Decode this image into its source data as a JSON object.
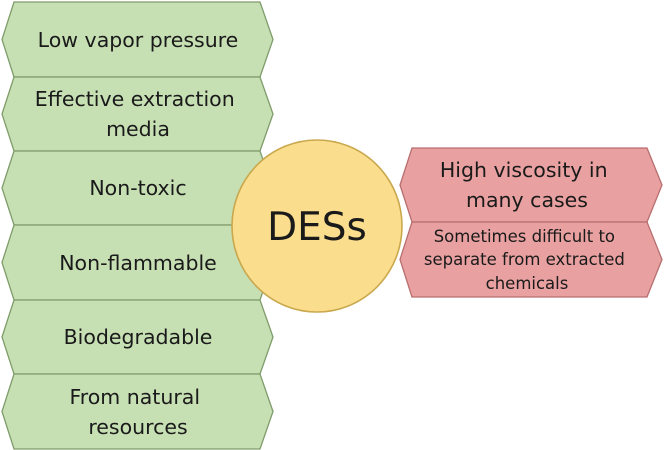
{
  "center": {
    "label": "DESs"
  },
  "advantages": [
    {
      "lines": [
        "Low vapor pressure"
      ]
    },
    {
      "lines": [
        "Effective extraction",
        "media"
      ]
    },
    {
      "lines": [
        "Non-toxic"
      ]
    },
    {
      "lines": [
        "Non-flammable"
      ]
    },
    {
      "lines": [
        "Biodegradable"
      ]
    },
    {
      "lines": [
        "From natural",
        "resources"
      ]
    }
  ],
  "disadvantages": [
    {
      "lines": [
        "High viscosity in",
        "many cases"
      ]
    },
    {
      "lines": [
        "Sometimes difficult to",
        "separate from extracted",
        "chemicals"
      ]
    }
  ],
  "colors": {
    "advantage_fill": "#c6dfb3",
    "disadvantage_fill": "#e8a0a0",
    "center_fill": "#fbde8d"
  }
}
